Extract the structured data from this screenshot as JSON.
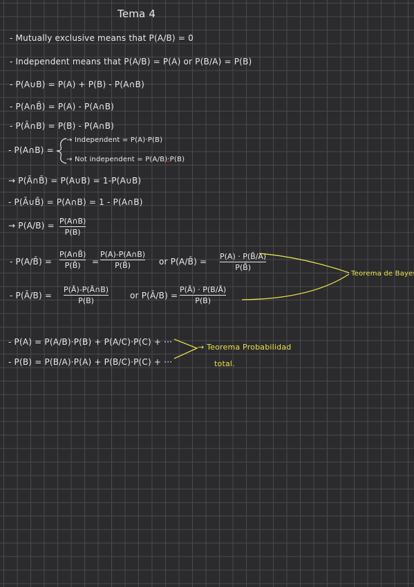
{
  "title": "Tema 4",
  "lines": {
    "l1": "- Mutually exclusive means that  P(A/B) = 0",
    "l2": "- Independent means that  P(A/B) = P(A)  or  P(B/A) = P(B)",
    "l3": "- P(A∪B) = P(A) + P(B) - P(A∩B)",
    "l4": "- P(A∩B̄) = P(A) - P(A∩B)",
    "l5": "- P(Ā∩B) = P(B) - P(A∩B)",
    "l6_lhs": "- P(A∩B) =",
    "l6_a": "→ Independent  =  P(A)·P(B)",
    "l6_b": "→ Not independent = P(A/B)·P(B)",
    "l6_red": "\"\"\"",
    "l7": "→ P(Ā∩B̄) = P(A∪B) = 1-P(A∪B)",
    "l8": "- P(Ā∪B̄) = P(A∩B) = 1 - P(A∩B)",
    "l9_lhs": "→ P(A/B) =",
    "l9_num": "P(A∩B)",
    "l9_den": "P(B)",
    "l10_lhs": "- P(A/B̄) =",
    "l10_f1_num": "P(A∩B̄)",
    "l10_f1_den": "P(B̄)",
    "l10_eq": "=",
    "l10_f2_num": "P(A)-P(A∩B)",
    "l10_f2_den": "P(B̄)",
    "l10_or": "or  P(A/B̄) =",
    "l10_f3_num": "P(A) · P(B̄/A)",
    "l10_f3_den": "P(B̄)",
    "l11_lhs": "- P(Ā/B) =",
    "l11_f1_num": "P(Ā)-P(Ā∩B)",
    "l11_f1_den": "P(B)",
    "l11_or": "or  P(Ā/B) =",
    "l11_f2_num": "P(Ā) · P(B/Ā)",
    "l11_f2_den": "P(B)",
    "bayes": "Teorema de Bayes.",
    "l12": "- P(A) = P(A/B)·P(B) + P(A/C)·P(C) + ···",
    "l13": "- P(B) = P(B/A)·P(A) + P(B/C)·P(C) + ···",
    "total_1": "→ Teorema Probabilidad",
    "total_2": "total."
  },
  "colors": {
    "ink": "#eaeaea",
    "highlight": "#e8e24a",
    "note": "#d93a3a",
    "background": "#2b2b2d"
  }
}
